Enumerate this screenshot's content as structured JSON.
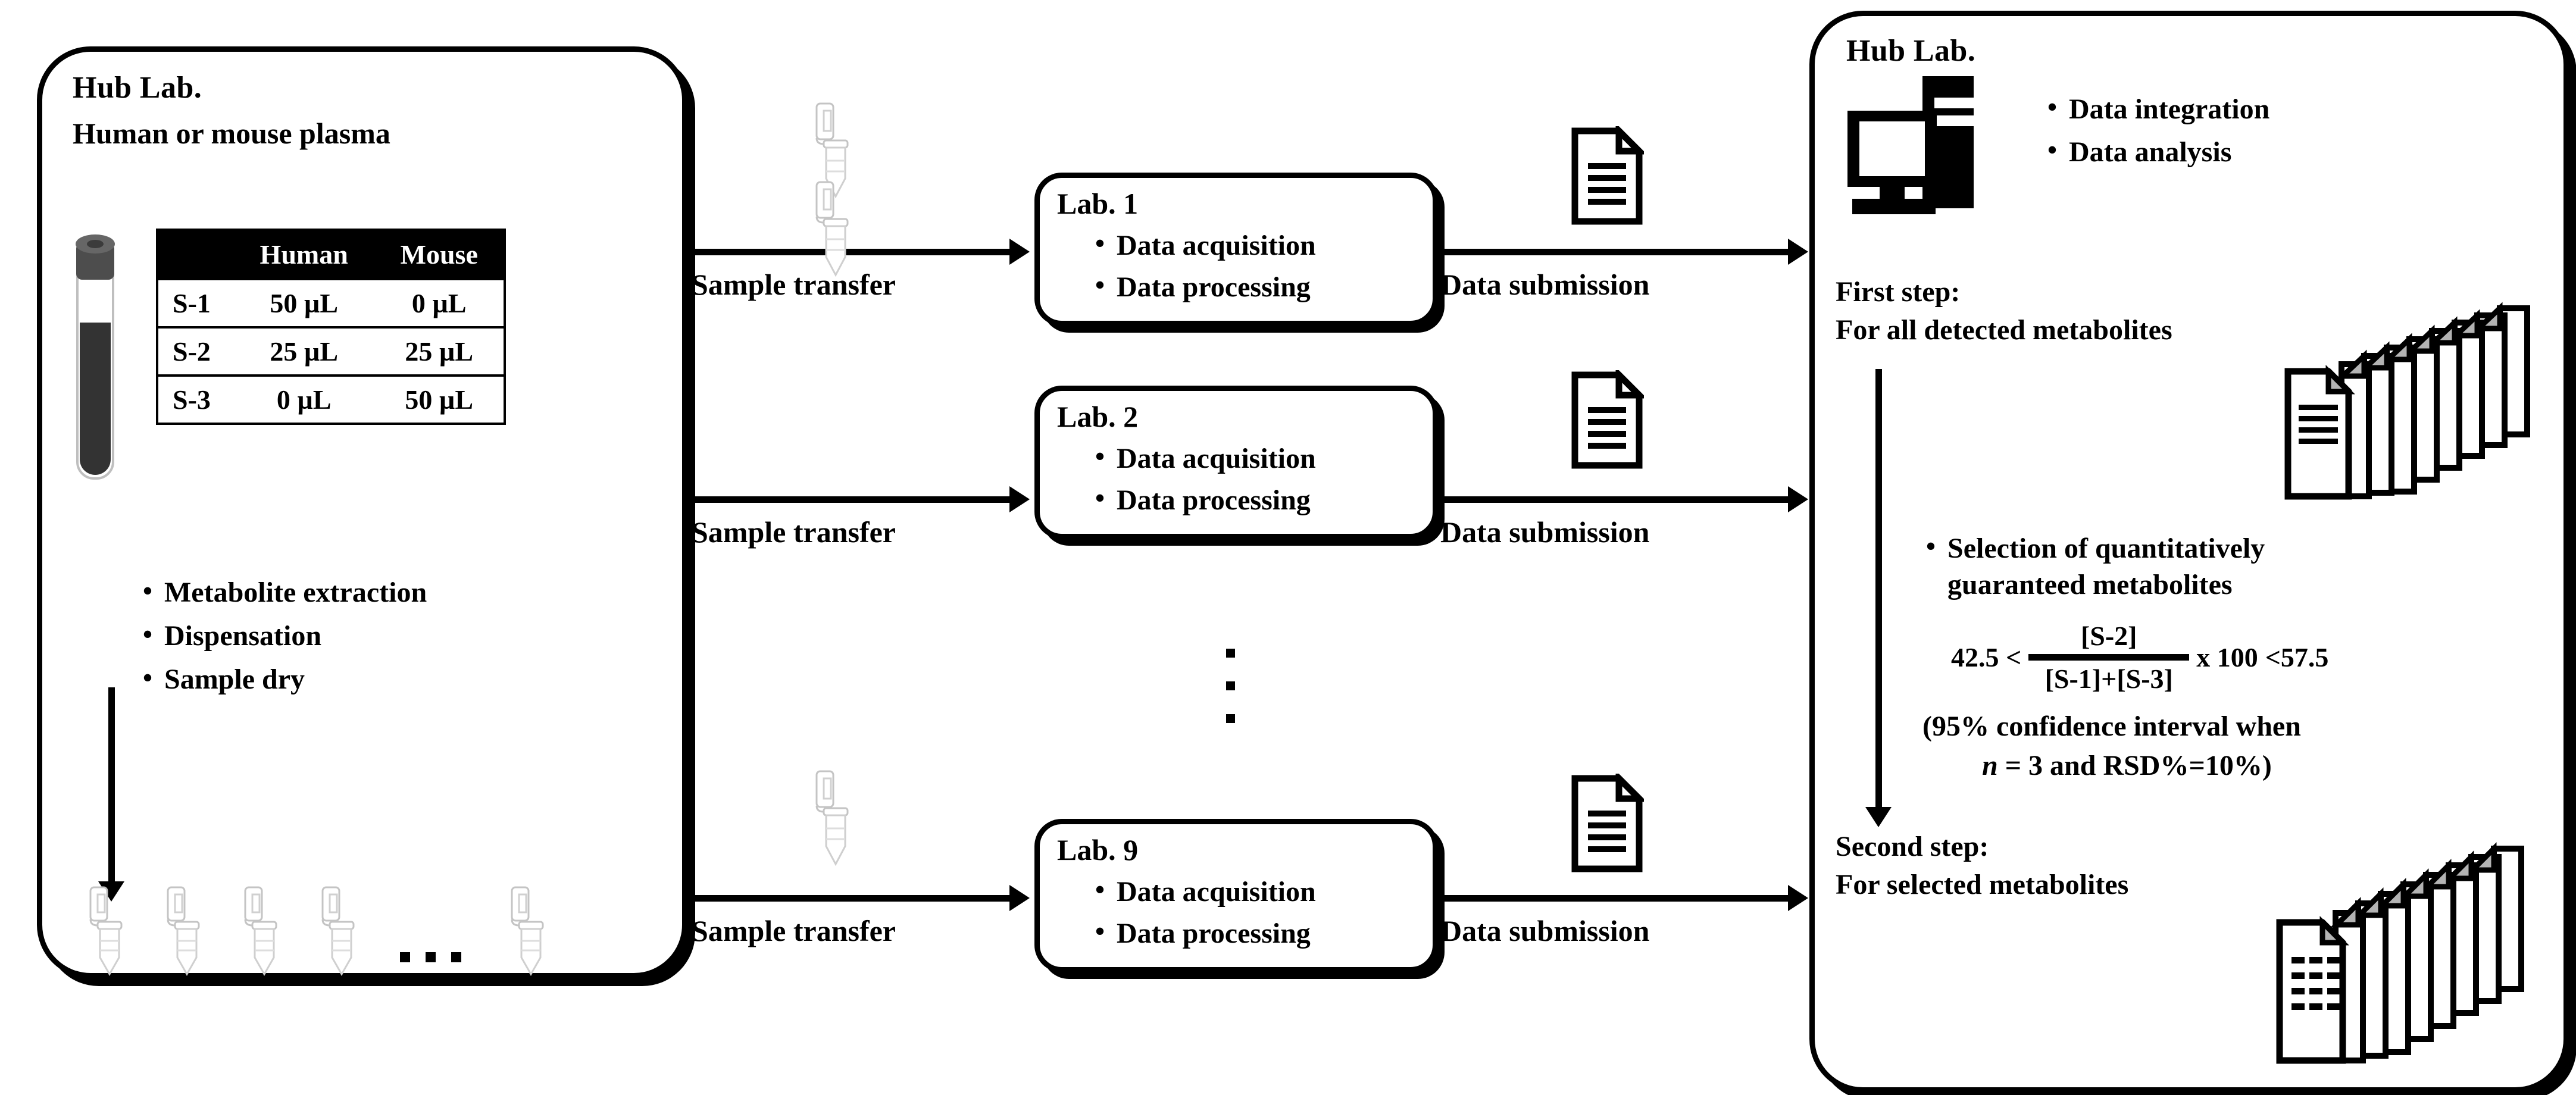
{
  "left_panel": {
    "title": "Hub Lab.",
    "subtitle": "Human or mouse plasma",
    "table": {
      "columns": [
        "",
        "Human",
        "Mouse"
      ],
      "rows": [
        {
          "sample": "S-1",
          "human": "50 µL",
          "mouse": "0 µL"
        },
        {
          "sample": "S-2",
          "human": "25 µL",
          "mouse": "25 µL"
        },
        {
          "sample": "S-3",
          "human": "0 µL",
          "mouse": "50 µL"
        }
      ]
    },
    "steps": [
      "Metabolite extraction",
      "Dispensation",
      "Sample dry"
    ],
    "tube_ellipsis": "..."
  },
  "flow": {
    "sample_transfer_label": "Sample transfer",
    "data_submission_label": "Data submission",
    "vertical_ellipsis": "⋮",
    "labs": [
      {
        "title": "Lab. 1",
        "tasks": [
          "Data acquisition",
          "Data processing"
        ]
      },
      {
        "title": "Lab. 2",
        "tasks": [
          "Data acquisition",
          "Data processing"
        ]
      },
      {
        "title": "Lab. 9",
        "tasks": [
          "Data acquisition",
          "Data processing"
        ]
      }
    ]
  },
  "right_panel": {
    "title": "Hub Lab.",
    "computer_tasks": [
      "Data integration",
      "Data analysis"
    ],
    "first_step": {
      "label": "First step:",
      "scope": "For all detected metabolites"
    },
    "selection": {
      "bullet_line1": "Selection of quantitatively",
      "bullet_line2": "guaranteed metabolites",
      "formula": {
        "lower_bound": "42.5 <",
        "numerator": "[S-2]",
        "denominator": "[S-1]+[S-3]",
        "multiplier": "x 100",
        "upper_bound": "<57.5"
      },
      "note_line1": "(95% confidence interval when",
      "note_line2_pre": "n",
      "note_line2_post": " = 3 and RSD%=10%)"
    },
    "second_step": {
      "label": "Second step:",
      "scope": "For selected metabolites"
    }
  },
  "icons": {
    "blood_tube": "blood-collection-tube-icon",
    "microtube": "microcentrifuge-tube-icon",
    "document": "document-icon",
    "document_stack": "document-stack-icon",
    "computer": "desktop-computer-icon"
  },
  "colors": {
    "ink": "#000000",
    "paper": "#ffffff",
    "tube_cap": "#595959",
    "tube_fill": "#333333",
    "tube_outline": "#cccccc",
    "fold_shade": "#b3b3b3"
  }
}
